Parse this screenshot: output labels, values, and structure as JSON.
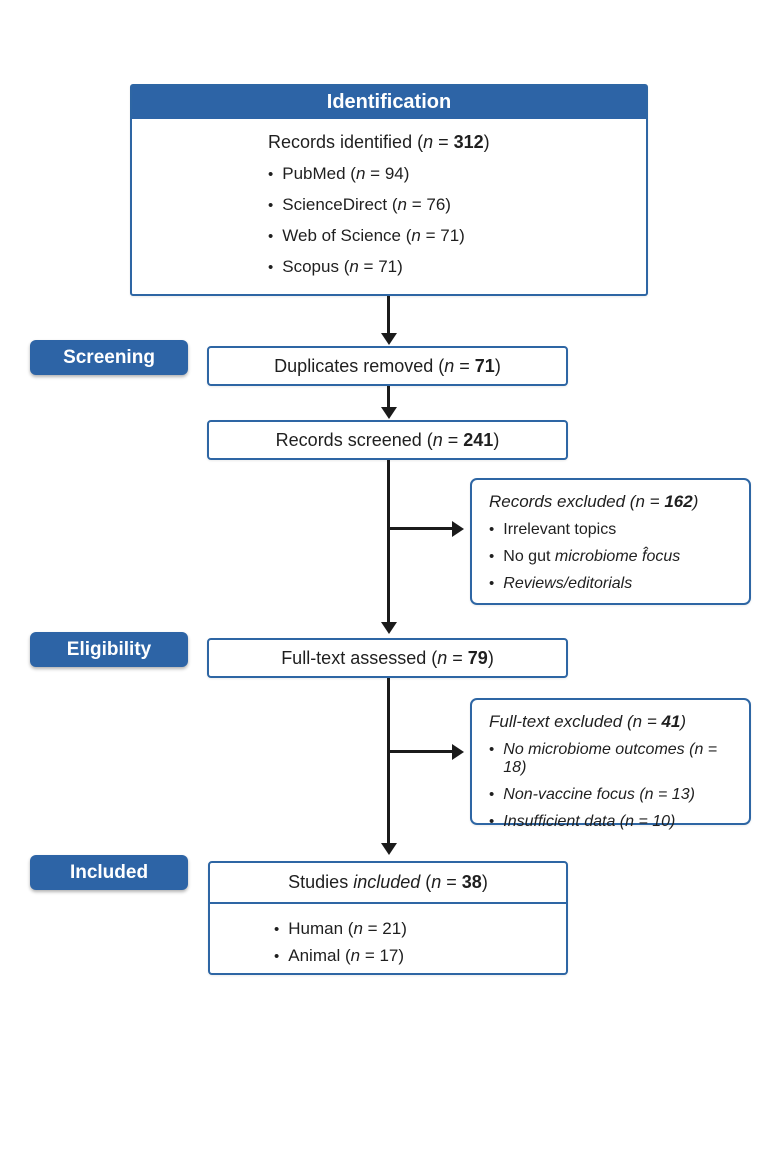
{
  "ui": {
    "bullet": "•",
    "accent_blue": "#2d64a6",
    "border_blue": "#2e66a4",
    "arrow_color": "#1b1b1b"
  },
  "identification": {
    "header": "Identification",
    "title": {
      "pre": "Records identified (",
      "n": "n",
      "eq": " = ",
      "value": "312",
      "post": ")"
    },
    "bullets": [
      {
        "pre": "PubMed (",
        "n": "n",
        "eq": " = ",
        "value": "94",
        "post": ")"
      },
      {
        "pre": "ScienceDirect (",
        "n": "n",
        "eq": " = ",
        "value": "76",
        "post": ")"
      },
      {
        "pre": "Web of Science (",
        "n": "n",
        "eq": " = ",
        "value": "71",
        "post": ")"
      },
      {
        "pre": "Scopus (",
        "n": "n",
        "eq": " = ",
        "value": "71",
        "post": ")"
      }
    ]
  },
  "screening": {
    "label": "Screening",
    "duplicates": {
      "pre": "Duplicates removed (",
      "n": "n",
      "eq": " = ",
      "value": "71",
      "post": ")"
    },
    "screened": {
      "pre": "Records screened (",
      "n": "n",
      "eq": " = ",
      "value": "241",
      "post": ")"
    },
    "excluded": {
      "title": {
        "pre": "Records excluded (",
        "n": "n",
        "eq": " = ",
        "value": "162",
        "post": ")"
      },
      "bullets": [
        {
          "text": "Irrelevant topics"
        },
        {
          "pre": "No gut ",
          "italic": "microbiome f̂ocus"
        },
        {
          "text": "Reviews/editorials"
        }
      ]
    }
  },
  "eligibility": {
    "label": "Eligibility",
    "assessed": {
      "pre": "Full-text assessed (",
      "n": "n",
      "eq": " = ",
      "value": "79",
      "post": ")"
    },
    "excluded": {
      "title": {
        "pre": "Full-text excluded (",
        "n": "n",
        "eq": " = ",
        "value": "41",
        "post": ")"
      },
      "bullets": [
        {
          "pre": "No microbiome outcomes (",
          "n": "n",
          "eq": " = ",
          "value": "18",
          "post": ")"
        },
        {
          "pre": "Non-vaccine focus (",
          "n": "n",
          "eq": " = ",
          "value": "13",
          "post": ")"
        },
        {
          "pre": "Insufficient data (",
          "n": "n",
          "eq": " = ",
          "value": "10",
          "post": ")"
        }
      ]
    }
  },
  "included": {
    "label": "Included",
    "title": {
      "pre1": "Studies ",
      "word": "included",
      "pre2": " (",
      "n": "n",
      "eq": " = ",
      "value": "38",
      "post": ")"
    },
    "bullets": [
      {
        "pre": "Human (",
        "n": "n",
        "eq": " = ",
        "value": "21",
        "post": ")"
      },
      {
        "pre": "Animal (",
        "n": "n",
        "eq": " = ",
        "value": "17",
        "post": ")"
      }
    ]
  }
}
